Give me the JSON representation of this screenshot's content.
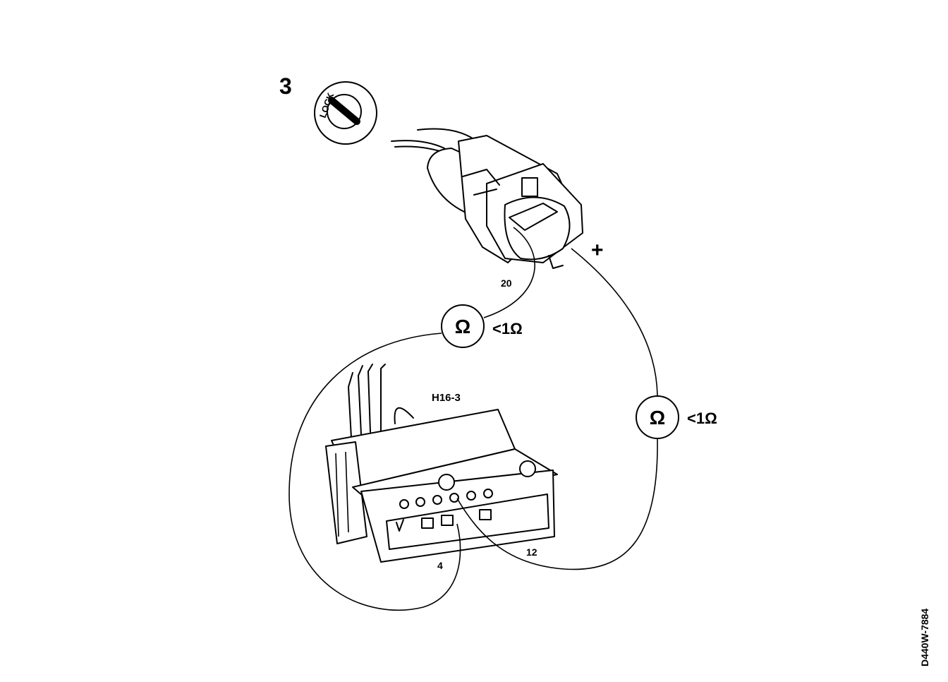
{
  "step": {
    "number": "3"
  },
  "switch": {
    "text": "LOCK"
  },
  "connector_top": {
    "pin": "20"
  },
  "meter_left": {
    "symbol": "Ω",
    "reading": "<1Ω"
  },
  "meter_right": {
    "symbol": "Ω",
    "reading": "<1Ω"
  },
  "connector_bottom": {
    "name": "H16-3",
    "pin_left": "4",
    "pin_right": "12"
  },
  "reference": {
    "code": "D440W-7884"
  },
  "polarity": {
    "symbol": "+"
  }
}
